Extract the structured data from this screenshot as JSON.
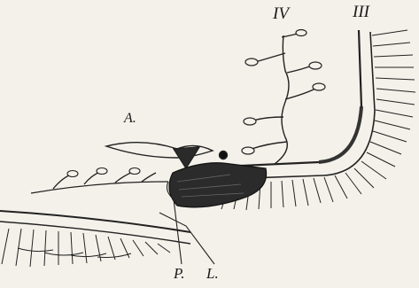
{
  "labels": {
    "iv": "IV",
    "iii": "III",
    "a": "A.",
    "p": "P.",
    "l": "L."
  }
}
